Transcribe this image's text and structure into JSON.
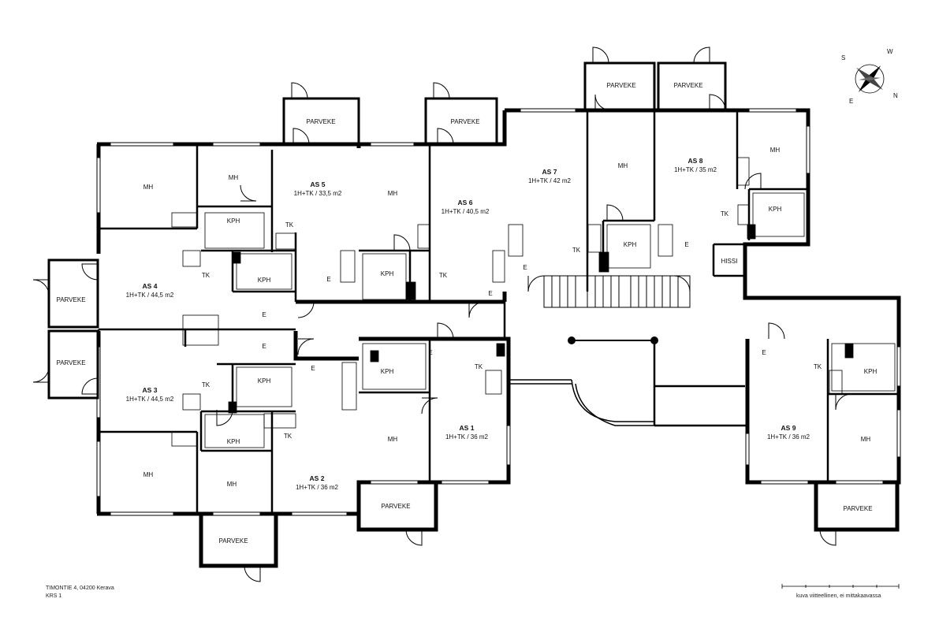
{
  "compass": {
    "n": "N",
    "e": "E",
    "s": "S",
    "w": "W"
  },
  "apartments": [
    {
      "id": "AS 1",
      "size": "1H+TK / 36 m2"
    },
    {
      "id": "AS 2",
      "size": "1H+TK / 36 m2"
    },
    {
      "id": "AS 3",
      "size": "1H+TK / 44,5 m2"
    },
    {
      "id": "AS 4",
      "size": "1H+TK / 44,5 m2"
    },
    {
      "id": "AS 5",
      "size": "1H+TK / 33,5 m2"
    },
    {
      "id": "AS 6",
      "size": "1H+TK / 40,5 m2"
    },
    {
      "id": "AS 7",
      "size": "1H+TK / 42 m2"
    },
    {
      "id": "AS 8",
      "size": "1H+TK / 35 m2"
    },
    {
      "id": "AS 9",
      "size": "1H+TK / 36 m2"
    }
  ],
  "room_labels": {
    "mh": "MH",
    "kph": "KPH",
    "tk": "TK",
    "e": "E",
    "parveke": "PARVEKE",
    "hissi": "HISSI"
  },
  "footer": {
    "address": "TIMONTIE 4, 04200 Kerava",
    "floor": "KRS 1",
    "scale_note": "kuva viitteellinen, ei mittakaavassa"
  }
}
